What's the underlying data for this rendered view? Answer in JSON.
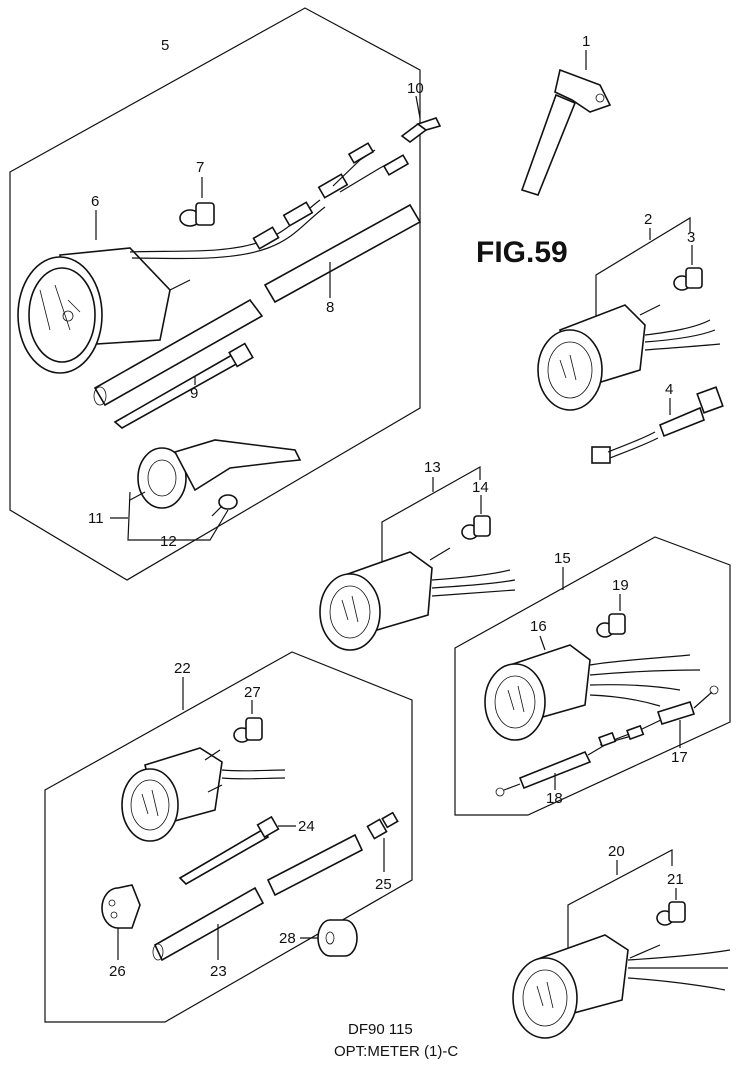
{
  "figure": {
    "title": "FIG.59"
  },
  "footer": {
    "line1": "DF90 115",
    "line2": "OPT:METER (1)-C"
  },
  "callouts": [
    "1",
    "2",
    "3",
    "4",
    "5",
    "6",
    "7",
    "8",
    "9",
    "10",
    "11",
    "12",
    "13",
    "14",
    "15",
    "16",
    "17",
    "18",
    "19",
    "20",
    "21",
    "22",
    "23",
    "24",
    "25",
    "26",
    "27",
    "28"
  ],
  "parts": {
    "p1": "tilt-sender-icon",
    "p3": "bulb-icon",
    "p4": "connector-cable-icon",
    "gauge": "gauge-icon",
    "harness": "wire-harness-icon",
    "hose": "hose-icon",
    "tie": "cable-tie-icon",
    "bracket": "meter-bracket-icon",
    "screw": "screw-icon",
    "grommet": "grommet-icon"
  }
}
